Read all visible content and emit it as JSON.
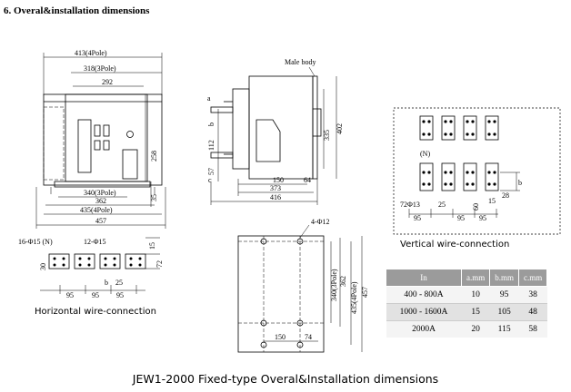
{
  "section_title": "6. Overal&installation dimensions",
  "front_view": {
    "dims": [
      "413(4Pole)",
      "318(3Pole)",
      "292",
      "258",
      "340(3Pole)",
      "362",
      "435(4Pole)",
      "457",
      "35"
    ]
  },
  "side_view": {
    "label_male_body": "Male body",
    "dims": [
      "a",
      "b",
      "112",
      "c",
      "57",
      "150",
      "64",
      "373",
      "416",
      "335",
      "402"
    ]
  },
  "horizontal_view": {
    "dims": [
      "16-Φ15 (N)",
      "12-Φ15",
      "30",
      "15",
      "72",
      "95",
      "95",
      "95",
      "b",
      "25"
    ],
    "caption": "Horizontal wire-connection"
  },
  "mounting_view": {
    "dims": [
      "4-Φ12",
      "340(3Pole)",
      "362",
      "435(4Pole)",
      "457",
      "150",
      "74"
    ]
  },
  "vertical_view": {
    "dims": [
      "(N)",
      "72Φ13",
      "25",
      "60",
      "95",
      "95",
      "95",
      "28",
      "15",
      "b"
    ],
    "caption": "Vertical wire-connection"
  },
  "table": {
    "headers": [
      "In",
      "a.mm",
      "b.mm",
      "c.mm"
    ],
    "rows": [
      [
        "400 - 800A",
        "10",
        "95",
        "38"
      ],
      [
        "1000 - 1600A",
        "15",
        "105",
        "48"
      ],
      [
        "2000A",
        "20",
        "115",
        "58"
      ]
    ]
  },
  "bottom_title": "JEW1-2000 Fixed-type Overal&Installation dimensions"
}
